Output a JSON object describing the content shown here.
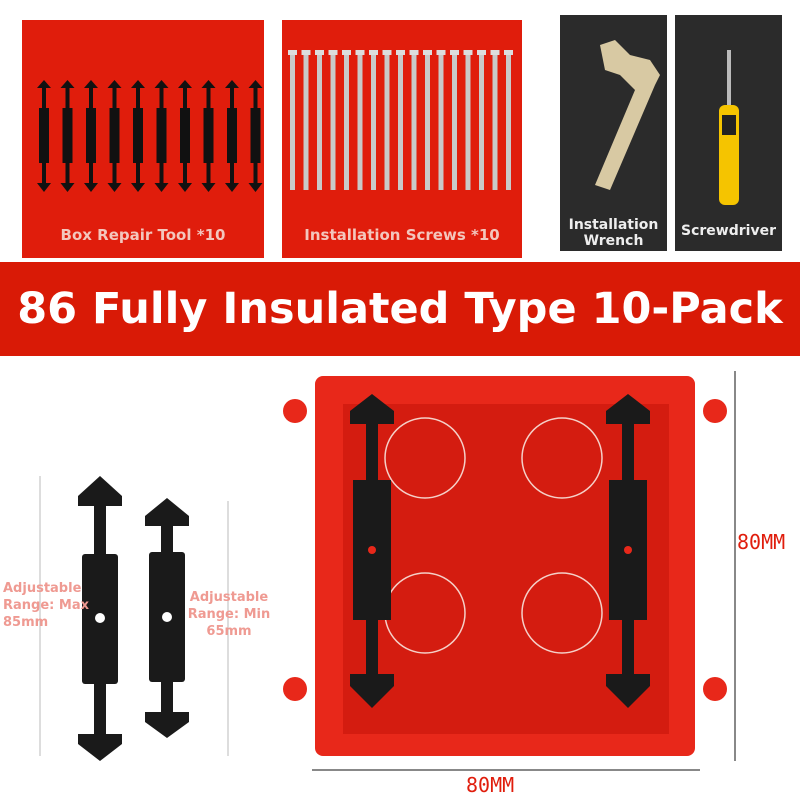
{
  "panels": [
    {
      "label": "Box Repair Tool *10"
    },
    {
      "label": "Installation Screws *10"
    },
    {
      "label": "Installation Wrench"
    },
    {
      "label": "Screwdriver"
    }
  ],
  "banner": {
    "title": "86 Fully Insulated Type 10-Pack"
  },
  "annotations": {
    "max_range": "Adjustable Range: Max 85mm",
    "min_range": "Adjustable Range: Min 65mm",
    "height": "80MM",
    "width": "80MM"
  },
  "colors": {
    "red": "#e01d0c",
    "dark": "#2b2b2b"
  }
}
